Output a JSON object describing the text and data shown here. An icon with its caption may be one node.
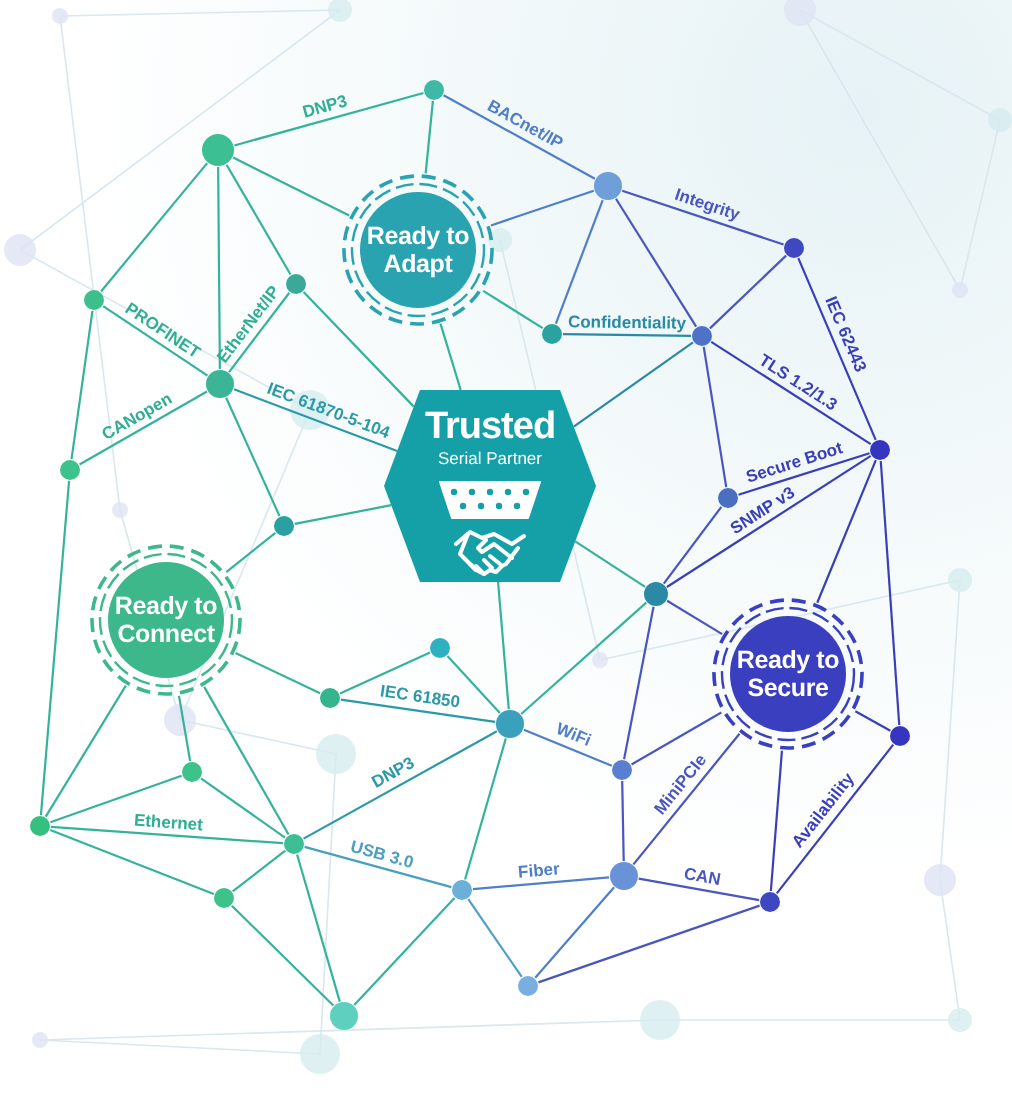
{
  "diagram": {
    "nodes": [
      {
        "text": [],
        "shape": "circle"
      },
      {
        "text": [],
        "shape": "circle"
      },
      {
        "text": [],
        "shape": "circle"
      },
      {
        "text": [
          "Ready to Adapt"
        ]
      },
      {
        "text": [],
        "shape": "circle"
      },
      {
        "text": [],
        "shape": "circle"
      },
      {
        "text": [],
        "shape": "circle"
      },
      {
        "text": [],
        "shape": "circle"
      },
      {
        "text": [],
        "shape": "circle"
      },
      {
        "text": [],
        "shape": "circle"
      },
      {
        "text": [
          "Trusted",
          "Serial Partner"
        ]
      },
      {
        "text": [],
        "shape": "circle"
      },
      {
        "text": [],
        "shape": "circle"
      },
      {
        "text": [],
        "shape": "circle"
      },
      {
        "text": [],
        "shape": "circle"
      },
      {
        "text": [],
        "shape": "circle"
      },
      {
        "text": [
          "Ready to Connect"
        ]
      },
      {
        "text": [],
        "shape": "circle"
      },
      {
        "text": [
          "Ready to Secure"
        ]
      },
      {
        "text": [],
        "shape": "circle"
      },
      {
        "text": [],
        "shape": "circle"
      },
      {
        "text": [],
        "shape": "circle"
      },
      {
        "text": [],
        "shape": "circle"
      },
      {
        "text": [],
        "shape": "circle"
      },
      {
        "text": [],
        "shape": "circle"
      },
      {
        "text": [],
        "shape": "circle"
      },
      {
        "text": [],
        "shape": "circle"
      },
      {
        "text": [],
        "shape": "circle"
      },
      {
        "text": [],
        "shape": "circle"
      },
      {
        "text": [],
        "shape": "circle"
      },
      {
        "text": [],
        "shape": "circle"
      },
      {
        "text": [],
        "shape": "circle"
      }
    ],
    "edges": [
      {
        "from": 1,
        "to": 0,
        "arrow": "none",
        "label": "DNP3"
      },
      {
        "from": 0,
        "to": 2,
        "arrow": "none",
        "label": "BACnet/IP",
        "color": "#4f7fc8"
      },
      {
        "from": 2,
        "to": 4,
        "arrow": "none",
        "label": "Integrity",
        "color": "#4a55c0"
      },
      {
        "from": 4,
        "to": 11,
        "arrow": "none",
        "label": "IEC 62443",
        "color": "#3a3fb8"
      },
      {
        "from": 7,
        "to": 8,
        "arrow": "none",
        "label": "Confidentiality",
        "color": "#2a8aa5"
      },
      {
        "from": 8,
        "to": 11,
        "arrow": "none",
        "label": "TLS 1.2/1.3",
        "color": "#3a3fb8"
      },
      {
        "from": 13,
        "to": 11,
        "arrow": "none",
        "label": "Secure Boot",
        "color": "#3a3fb8"
      },
      {
        "from": 15,
        "to": 11,
        "arrow": "none",
        "label": "SNMP v3",
        "color": "#3a3fb8"
      },
      {
        "from": 6,
        "to": 9,
        "arrow": "none",
        "label": "PROFINET"
      },
      {
        "from": 9,
        "to": 5,
        "arrow": "none",
        "label": "EtherNet/IP"
      },
      {
        "from": 9,
        "to": 10,
        "arrow": "none",
        "label": "IEC 61870-5-104",
        "color": "#2a9aa8"
      },
      {
        "from": 12,
        "to": 9,
        "arrow": "none",
        "label": "CANopen"
      },
      {
        "from": 19,
        "to": 20,
        "arrow": "none",
        "label": "IEC 61850",
        "color": "#2a9aa8"
      },
      {
        "from": 25,
        "to": 20,
        "arrow": "none",
        "label": "DNP3",
        "color": "#2a9aa8"
      },
      {
        "from": 25,
        "to": 27,
        "arrow": "none",
        "label": "USB 3.0",
        "color": "#4a9fc0"
      },
      {
        "from": 24,
        "to": 25,
        "arrow": "none",
        "label": "Ethernet"
      },
      {
        "from": 20,
        "to": 22,
        "arrow": "none",
        "label": "WiFi",
        "color": "#4f7fc8"
      },
      {
        "from": 27,
        "to": 26,
        "arrow": "none",
        "label": "Fiber",
        "color": "#4f7fc8"
      },
      {
        "from": 26,
        "to": 28,
        "arrow": "none",
        "label": "CAN",
        "color": "#4a55c0"
      },
      {
        "from": 26,
        "to": 18,
        "arrow": "none",
        "label": "MiniPCIe",
        "color": "#4a55c0"
      },
      {
        "from": 28,
        "to": 21,
        "arrow": "none",
        "label": "Availability",
        "color": "#3a3fb8"
      },
      {
        "from": 1,
        "to": 3,
        "arrow": "none"
      },
      {
        "from": 1,
        "to": 5,
        "arrow": "none"
      },
      {
        "from": 1,
        "to": 9,
        "arrow": "none"
      },
      {
        "from": 1,
        "to": 6,
        "arrow": "none"
      },
      {
        "from": 0,
        "to": 3,
        "arrow": "none"
      },
      {
        "from": 3,
        "to": 7,
        "arrow": "none"
      },
      {
        "from": 3,
        "to": 10,
        "arrow": "none"
      },
      {
        "from": 5,
        "to": 10,
        "arrow": "none"
      },
      {
        "from": 6,
        "to": 12,
        "arrow": "none"
      },
      {
        "from": 12,
        "to": 24,
        "arrow": "none"
      },
      {
        "from": 9,
        "to": 14,
        "arrow": "none"
      },
      {
        "from": 14,
        "to": 10,
        "arrow": "none"
      },
      {
        "from": 14,
        "to": 16,
        "arrow": "none"
      },
      {
        "from": 16,
        "to": 19,
        "arrow": "none"
      },
      {
        "from": 16,
        "to": 24,
        "arrow": "none"
      },
      {
        "from": 16,
        "to": 23,
        "arrow": "none"
      },
      {
        "from": 16,
        "to": 25,
        "arrow": "none"
      },
      {
        "from": 24,
        "to": 23,
        "arrow": "none"
      },
      {
        "from": 23,
        "to": 25,
        "arrow": "none"
      },
      {
        "from": 24,
        "to": 29,
        "arrow": "none"
      },
      {
        "from": 29,
        "to": 25,
        "arrow": "none"
      },
      {
        "from": 29,
        "to": 31,
        "arrow": "none"
      },
      {
        "from": 25,
        "to": 31,
        "arrow": "none"
      },
      {
        "from": 31,
        "to": 27,
        "arrow": "none"
      },
      {
        "from": 27,
        "to": 20,
        "arrow": "none"
      },
      {
        "from": 17,
        "to": 19,
        "arrow": "none"
      },
      {
        "from": 17,
        "to": 20,
        "arrow": "none"
      },
      {
        "from": 10,
        "to": 20,
        "arrow": "none"
      },
      {
        "from": 15,
        "to": 20,
        "arrow": "none"
      },
      {
        "from": 15,
        "to": 10,
        "arrow": "none"
      },
      {
        "from": 2,
        "to": 3,
        "arrow": "none",
        "color": "#4f7fc8"
      },
      {
        "from": 2,
        "to": 7,
        "arrow": "none",
        "color": "#4f7fc8"
      },
      {
        "from": 2,
        "to": 8,
        "arrow": "none",
        "color": "#4a55c0"
      },
      {
        "from": 4,
        "to": 8,
        "arrow": "none",
        "color": "#4a55c0"
      },
      {
        "from": 8,
        "to": 13,
        "arrow": "none",
        "color": "#4a55c0"
      },
      {
        "from": 8,
        "to": 10,
        "arrow": "none",
        "color": "#2a8aa5"
      },
      {
        "from": 15,
        "to": 13,
        "arrow": "none",
        "color": "#4a55c0"
      },
      {
        "from": 15,
        "to": 22,
        "arrow": "none",
        "color": "#4a55c0"
      },
      {
        "from": 15,
        "to": 18,
        "arrow": "none",
        "color": "#4a55c0"
      },
      {
        "from": 11,
        "to": 18,
        "arrow": "none",
        "color": "#3a3fb8"
      },
      {
        "from": 11,
        "to": 21,
        "arrow": "none",
        "color": "#3a3fb8"
      },
      {
        "from": 21,
        "to": 18,
        "arrow": "none",
        "color": "#3a3fb8"
      },
      {
        "from": 18,
        "to": 28,
        "arrow": "none",
        "color": "#3a3fb8"
      },
      {
        "from": 22,
        "to": 18,
        "arrow": "none",
        "color": "#4a55c0"
      },
      {
        "from": 22,
        "to": 26,
        "arrow": "none",
        "color": "#4a55c0"
      },
      {
        "from": 26,
        "to": 30,
        "arrow": "none",
        "color": "#4f7fc8"
      },
      {
        "from": 30,
        "to": 28,
        "arrow": "none",
        "color": "#4a55c0"
      },
      {
        "from": 27,
        "to": 30,
        "arrow": "none",
        "color": "#4f9fc8"
      }
    ]
  }
}
